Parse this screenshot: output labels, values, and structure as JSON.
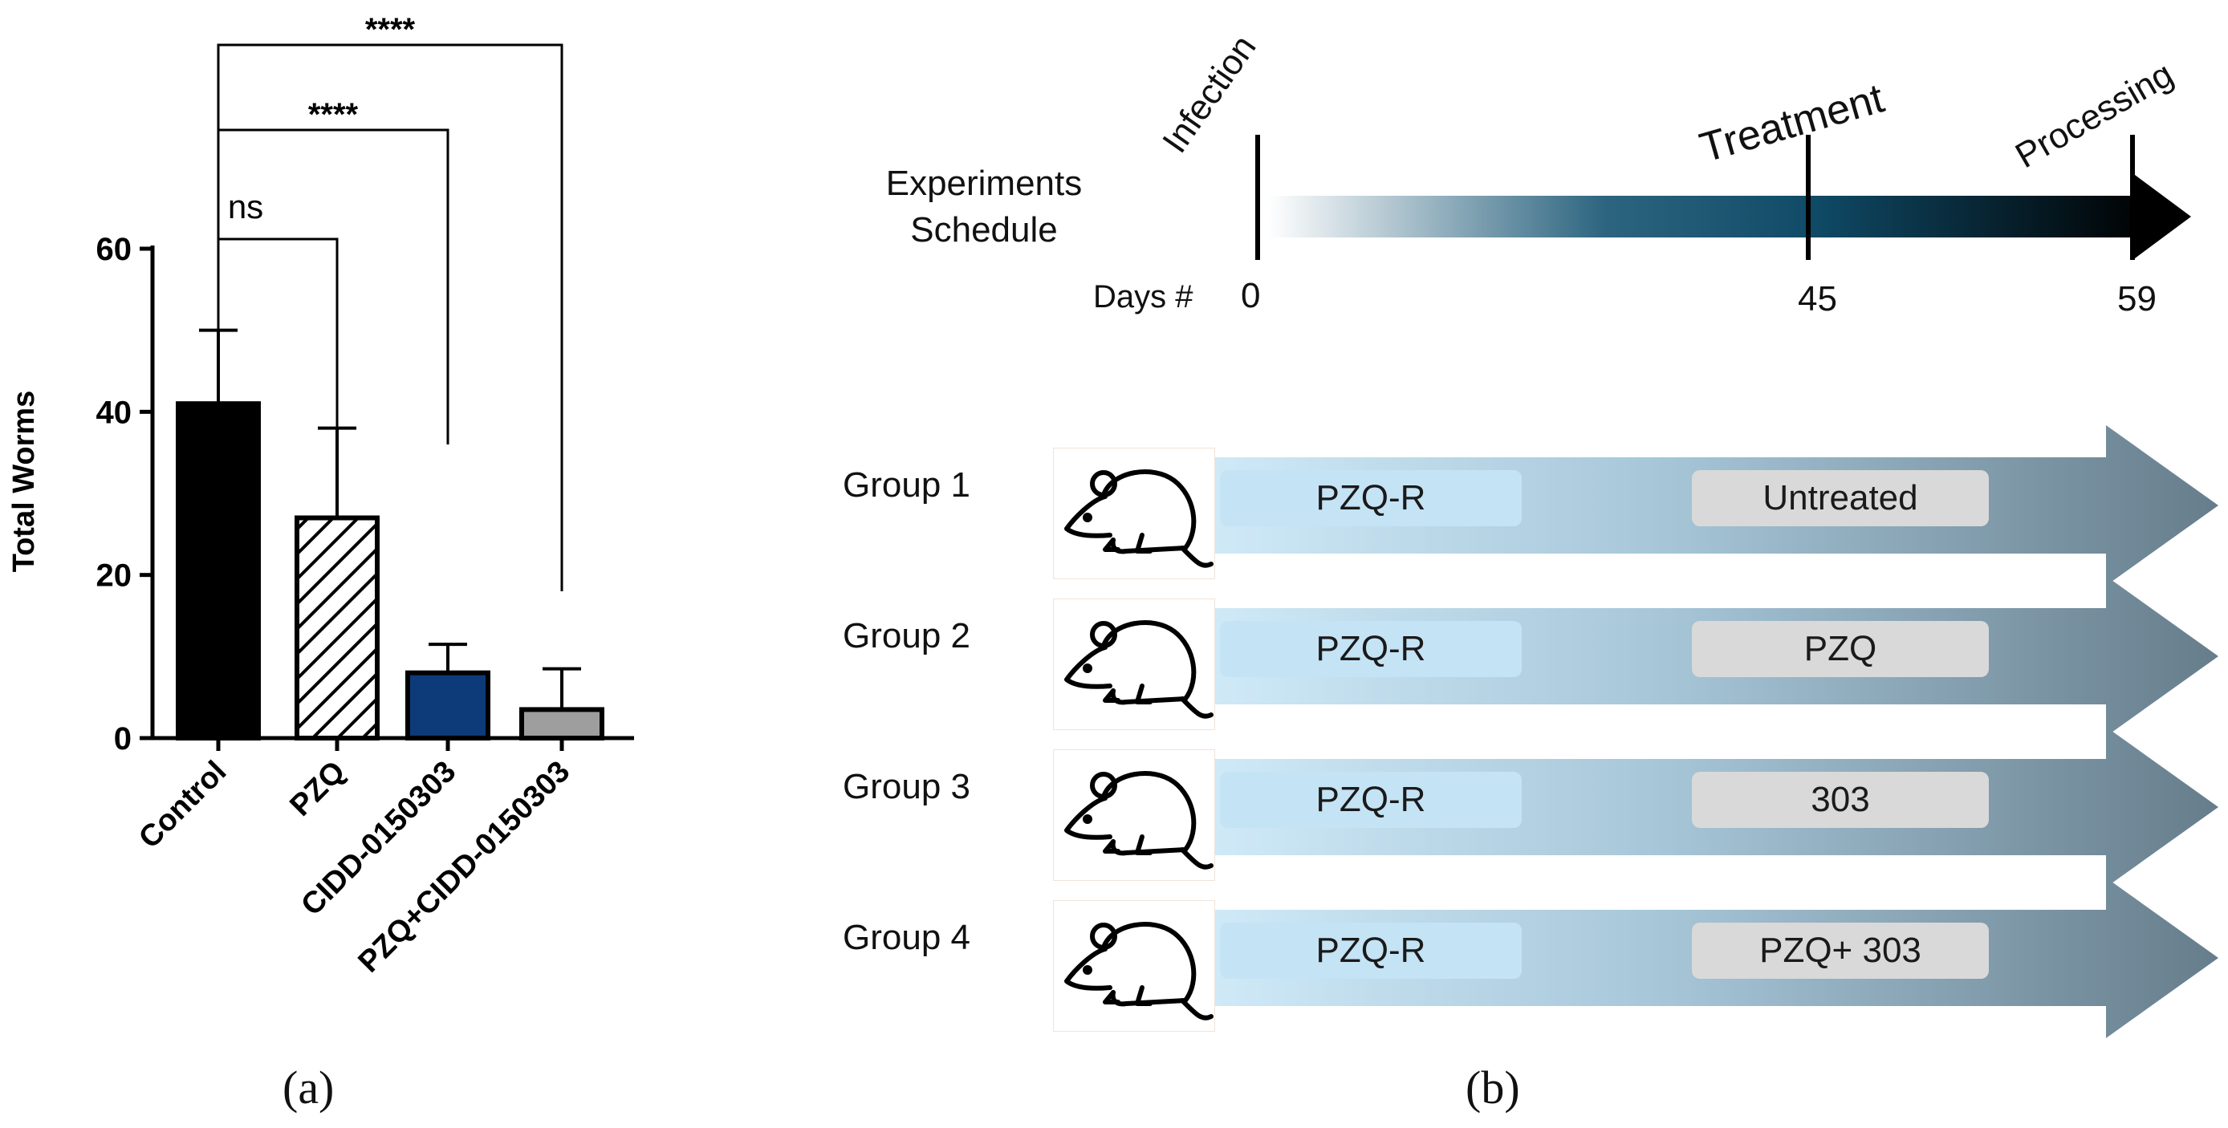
{
  "chart_data": {
    "type": "bar",
    "categories": [
      "Control",
      "PZQ",
      "CIDD-0150303",
      "PZQ+CIDD-0150303"
    ],
    "values": [
      41,
      27,
      8,
      3.5
    ],
    "errors": [
      9,
      11,
      3.5,
      5
    ],
    "bar_fills": [
      "#000000",
      "hatch",
      "#0d3b7a",
      "#9e9e9e"
    ],
    "ylabel": "Total Worms",
    "ylim": [
      0,
      60
    ],
    "yticks": [
      0,
      20,
      40,
      60
    ],
    "comparisons": [
      {
        "from": "Control",
        "to": "PZQ",
        "label": "ns"
      },
      {
        "from": "Control",
        "to": "CIDD-0150303",
        "label": "****"
      },
      {
        "from": "Control",
        "to": "PZQ+CIDD-0150303",
        "label": "****"
      }
    ]
  },
  "panels": {
    "a": "(a)",
    "b": "(b)"
  },
  "schedule": {
    "title_line1": "Experiments",
    "title_line2": "Schedule",
    "days_label": "Days #",
    "phases": [
      {
        "name": "Infection",
        "day": "0"
      },
      {
        "name": "Treatment",
        "day": "45"
      },
      {
        "name": "Processing",
        "day": "59"
      }
    ]
  },
  "groups": [
    {
      "label": "Group 1",
      "pre": "PZQ-R",
      "treatment": "Untreated"
    },
    {
      "label": "Group 2",
      "pre": "PZQ-R",
      "treatment": "PZQ"
    },
    {
      "label": "Group 3",
      "pre": "PZQ-R",
      "treatment": "303"
    },
    {
      "label": "Group 4",
      "pre": "PZQ-R",
      "treatment": "PZQ+ 303"
    }
  ],
  "icons": {
    "group_icon": "mouse-icon"
  }
}
